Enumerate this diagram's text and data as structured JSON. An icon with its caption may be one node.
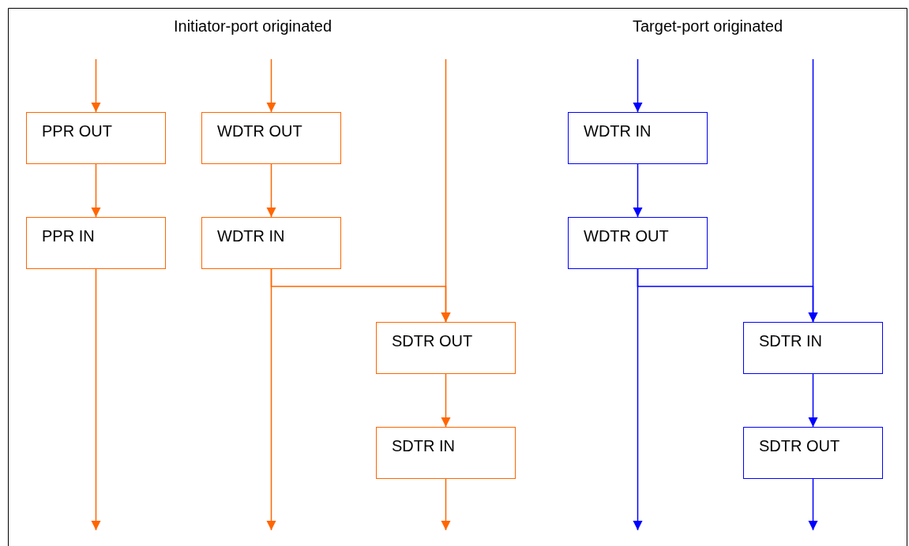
{
  "diagram": {
    "nodes": [
      {
        "text": [
          "PPR OUT"
        ]
      },
      {
        "text": [
          "PPR IN"
        ]
      },
      {
        "text": [
          "WDTR OUT"
        ]
      },
      {
        "text": [
          "WDTR IN"
        ]
      },
      {
        "text": [
          "SDTR OUT"
        ]
      },
      {
        "text": [
          "SDTR IN"
        ]
      },
      {
        "text": [
          "WDTR IN"
        ]
      },
      {
        "text": [
          "WDTR OUT"
        ]
      },
      {
        "text": [
          "SDTR IN"
        ]
      },
      {
        "text": [
          "SDTR OUT"
        ]
      }
    ],
    "edges": [
      {
        "from": null,
        "to": 0,
        "arrow": "to"
      },
      {
        "from": 0,
        "to": 1,
        "arrow": "to"
      },
      {
        "from": 1,
        "to": null,
        "arrow": "to"
      },
      {
        "from": null,
        "to": 2,
        "arrow": "to"
      },
      {
        "from": 2,
        "to": 3,
        "arrow": "to"
      },
      {
        "from": 3,
        "to": null,
        "arrow": "to"
      },
      {
        "from": null,
        "to": 4,
        "arrow": "to"
      },
      {
        "from": 3,
        "to": 4,
        "arrow": "to"
      },
      {
        "from": 4,
        "to": 5,
        "arrow": "to"
      },
      {
        "from": 5,
        "to": null,
        "arrow": "to"
      },
      {
        "from": null,
        "to": 6,
        "arrow": "to",
        "color": "#0000ff"
      },
      {
        "from": 6,
        "to": 7,
        "arrow": "to",
        "color": "#0000ff"
      },
      {
        "from": 7,
        "to": null,
        "arrow": "to",
        "color": "#0000ff"
      },
      {
        "from": null,
        "to": 8,
        "arrow": "to",
        "color": "#0000ff"
      },
      {
        "from": 7,
        "to": 8,
        "arrow": "to",
        "color": "#0000ff"
      },
      {
        "from": 8,
        "to": 9,
        "arrow": "to",
        "color": "#0000ff"
      },
      {
        "from": 9,
        "to": null,
        "arrow": "to",
        "color": "#0000ff"
      }
    ],
    "labels": [
      "Initiator-port originated",
      "Target-port originated"
    ]
  }
}
